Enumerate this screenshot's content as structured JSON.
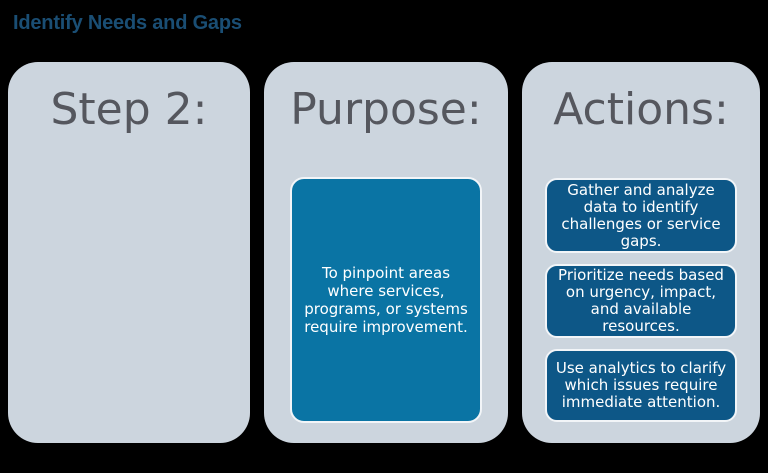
{
  "title": "Identify Needs and Gaps",
  "colors": {
    "background": "#000000",
    "panel_background": "#CCD5DE",
    "title_text": "#1A4E74",
    "heading_text": "#55575E",
    "purpose_box_fill": "#0A74A4",
    "action_box_fill": "#0D5787",
    "box_border": "#F2F5F8",
    "box_text": "#FFFFFF"
  },
  "columns": [
    {
      "heading": "Step 2:"
    },
    {
      "heading": "Purpose:",
      "box": {
        "lines": [
          "To pinpoint areas",
          "where services,",
          "programs, or systems",
          "require improvement."
        ]
      }
    },
    {
      "heading": "Actions:",
      "boxes": [
        {
          "lines": [
            "Gather and analyze",
            "data to identify",
            "challenges or service",
            "gaps."
          ]
        },
        {
          "lines": [
            "Prioritize needs based",
            "on urgency, impact,",
            "and available",
            "resources."
          ]
        },
        {
          "lines": [
            "Use analytics to clarify",
            "which issues require",
            "immediate attention."
          ]
        }
      ]
    }
  ]
}
